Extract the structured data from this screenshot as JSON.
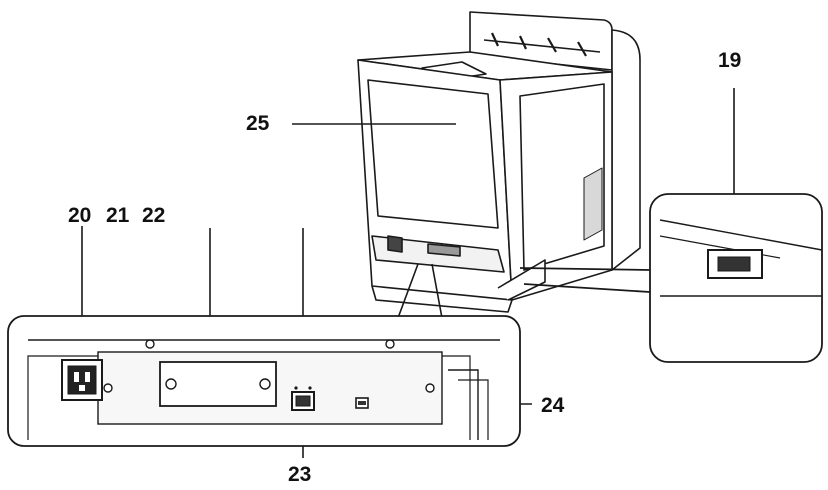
{
  "callouts": {
    "c19": "19",
    "c20": "20",
    "c21": "21",
    "c22": "22",
    "c23": "23",
    "c24": "24",
    "c25": "25"
  },
  "colors": {
    "line": "#1a1a1a",
    "printer_body": "#ffffff",
    "shade": "#e6e6e6"
  }
}
